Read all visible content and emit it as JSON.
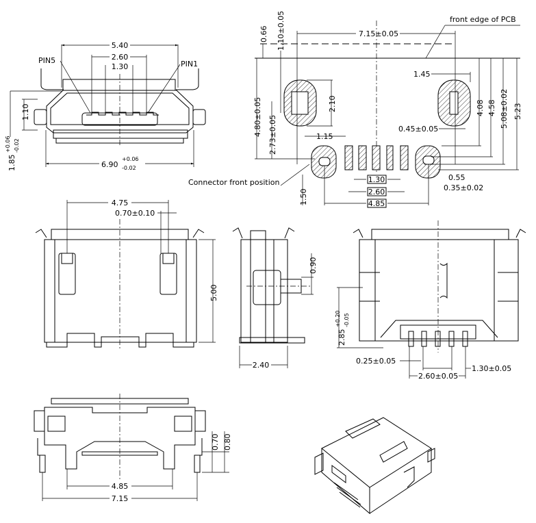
{
  "front_view": {
    "dim_width_top": "5.40",
    "dim_pin_span": "2.60",
    "dim_pin_pitch": "1.30",
    "pin5_label": "PIN5",
    "pin1_label": "PIN1",
    "dim_opening_height": "1.10",
    "dim_height": "1.85",
    "dim_height_tol_plus": "+0.06",
    "dim_height_tol_minus": "-0.02",
    "dim_width": "6.90",
    "dim_width_tol_plus": "+0.06",
    "dim_width_tol_minus": "-0.02"
  },
  "pcb_layout": {
    "front_edge_label": "front edge of PCB",
    "connector_front_label": "Connector front position",
    "dim_066": "0.66",
    "dim_110": "1.10±0.05",
    "dim_715": "7.15±0.05",
    "dim_145": "1.45",
    "dim_210": "2.10",
    "dim_480": "4.80±0.05",
    "dim_273": "2.73±0.05",
    "dim_408": "4.08",
    "dim_458": "4.58",
    "dim_508": "5.08±0.02",
    "dim_523": "5.23",
    "dim_045": "0.45±0.05",
    "dim_115": "1.15",
    "dim_150": "1.50",
    "dim_130": "1.30",
    "dim_260": "2.60",
    "dim_485": "4.85",
    "dim_055": "0.55",
    "dim_035": "0.35±0.02"
  },
  "top_view": {
    "dim_475": "4.75",
    "dim_070": "0.70±0.10",
    "dim_500": "5.00"
  },
  "side_view": {
    "dim_090": "0.90",
    "dim_240": "2.40"
  },
  "rear_view": {
    "dim_285": "2.85",
    "dim_285_plus": "+0.20",
    "dim_285_minus": "-0.05",
    "dim_025": "0.25±0.05",
    "dim_260": "2.60±0.05",
    "dim_130": "1.30±0.05"
  },
  "bottom_view": {
    "dim_070": "0.70",
    "dim_080": "0.80",
    "dim_485": "4.85",
    "dim_715": "7.15"
  }
}
